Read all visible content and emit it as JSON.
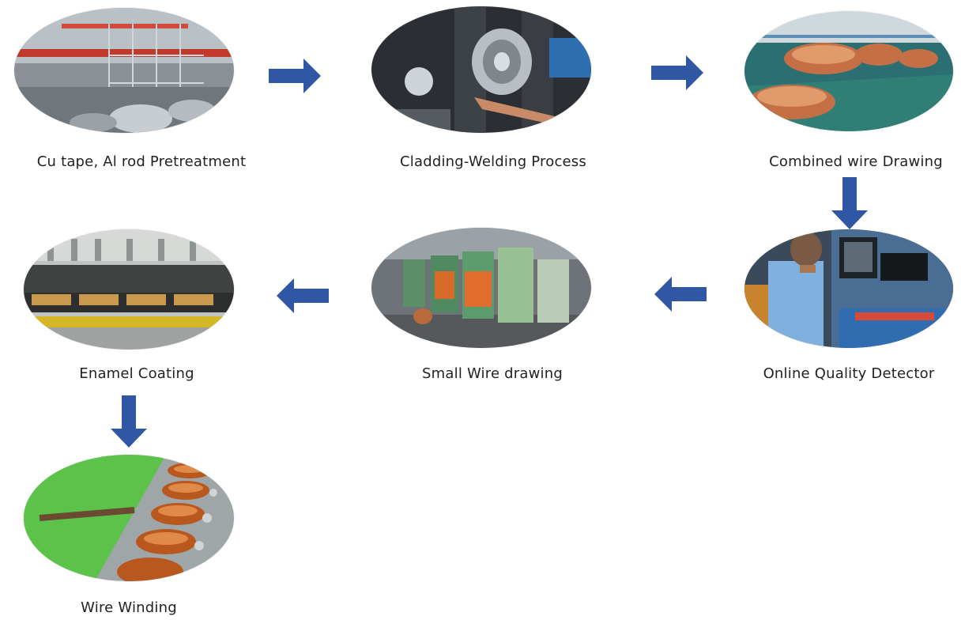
{
  "diagram": {
    "arrow_color": "#2f57a4",
    "steps": [
      {
        "label": "Cu tape, Al rod Pretreatment",
        "image": "factory-hall-photo"
      },
      {
        "label": "Cladding-Welding Process",
        "image": "welding-rollers-photo"
      },
      {
        "label": "Combined wire Drawing",
        "image": "copper-coils-photo"
      },
      {
        "label": "Online Quality Detector",
        "image": "operator-console-photo"
      },
      {
        "label": "Small Wire drawing",
        "image": "drawing-machines-photo"
      },
      {
        "label": "Enamel Coating",
        "image": "enamel-oven-photo"
      },
      {
        "label": "Wire Winding",
        "image": "copper-spools-photo"
      }
    ]
  }
}
